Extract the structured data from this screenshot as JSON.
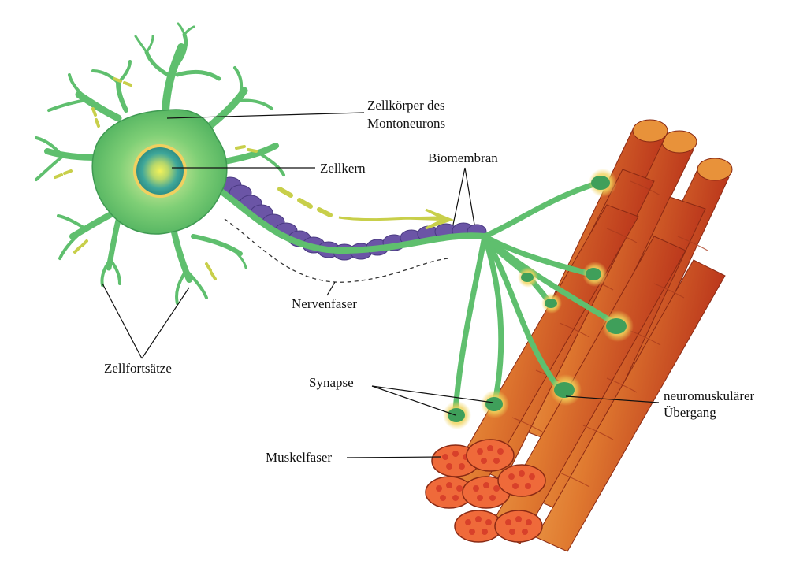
{
  "labels": {
    "cell_body_line1": "Zellkörper des",
    "cell_body_line2": "Montoneurons",
    "nucleus": "Zellkern",
    "biomembrane": "Biomembran",
    "nerve_fiber": "Nervenfaser",
    "cell_processes": "Zellfortsätze",
    "synapse": "Synapse",
    "nmj_line1": "neuromuskulärer",
    "nmj_line2": "Übergang",
    "muscle_fiber": "Muskelfaser"
  },
  "colors": {
    "neuron_green": "#5fbf6e",
    "neuron_dark": "#2f8a45",
    "nucleus_teal": "#3fa79a",
    "nucleus_center": "#e6e64a",
    "myelin_purple": "#6b55a6",
    "signal_yellow": "#c8cf4a",
    "muscle_orange": "#e8933a",
    "muscle_red": "#c9361f",
    "muscle_core": "#ef6a3a",
    "muscle_dot": "#d8402a"
  }
}
